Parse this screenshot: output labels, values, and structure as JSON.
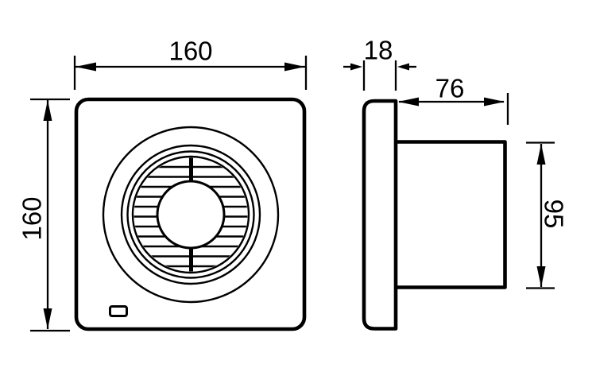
{
  "drawing": {
    "colors": {
      "line": "#000000",
      "text": "#000000",
      "background": "#ffffff"
    },
    "dimensions": {
      "front_width": "160",
      "front_height": "160",
      "plate_thickness": "18",
      "duct_length": "76",
      "duct_diameter": "95"
    }
  }
}
